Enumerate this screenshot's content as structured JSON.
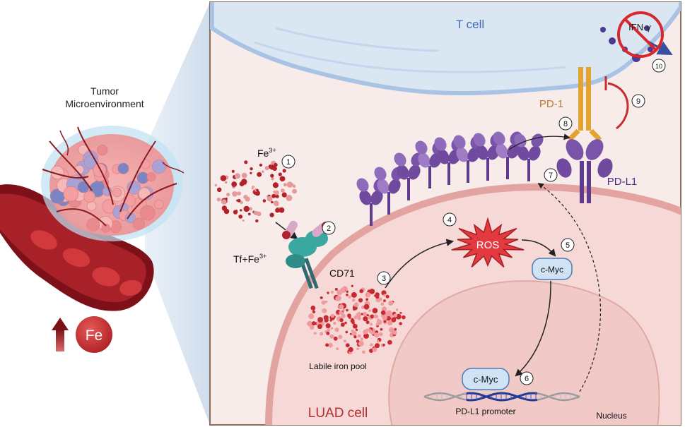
{
  "left_panel": {
    "title_line1": "Tumor",
    "title_line2": "Microenvironment",
    "fe_badge": "Fe"
  },
  "labels": {
    "t_cell": "T cell",
    "ifn": "IFN-γ",
    "pd1": "PD-1",
    "pdl1": "PD-L1",
    "fe3_base": "Fe",
    "fe3_sup": "3+",
    "tf_base": "Tf+Fe",
    "tf_sup": "3+",
    "cd71": "CD71",
    "ros": "ROS",
    "cmyc_top": "c-Myc",
    "cmyc_bottom": "c-Myc",
    "labile_iron_pool": "Labile iron pool",
    "pdl1_promoter": "PD-L1 promoter",
    "nucleus": "Nucleus",
    "luad_cell": "LUAD cell"
  },
  "steps": [
    "1",
    "2",
    "3",
    "4",
    "5",
    "6",
    "7",
    "8",
    "9",
    "10"
  ],
  "colors": {
    "tcell_blue": "#a9c3e4",
    "tcell_text": "#3f6fb5",
    "membrane_pink": "#e8a9a6",
    "cell_bg": "#f9ecea",
    "pdl1_purple": "#6f4a9e",
    "pd1_orange": "#e3a32e",
    "iron_red": "#b3222a",
    "ros_red": "#e23a3f",
    "cmyc_blue": "#cfe3f5",
    "luad_text": "#b42b2e"
  }
}
